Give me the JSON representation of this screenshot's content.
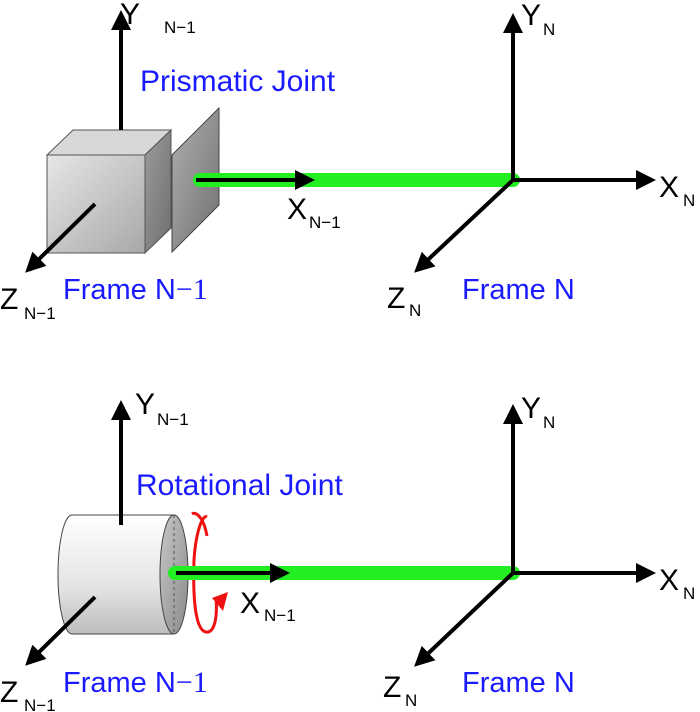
{
  "colors": {
    "axis": "#000000",
    "link": "#22ee22",
    "label_blue": "#1a1aff",
    "rotation_arrow": "#ee1111"
  },
  "top": {
    "title": "Prismatic Joint",
    "y_prev": {
      "main": "Y",
      "sub": "N−1"
    },
    "x_prev": {
      "main": "X",
      "sub": "N−1"
    },
    "z_prev": {
      "main": "Z",
      "sub": "N−1"
    },
    "frame_prev": {
      "text": "Frame N",
      "suffix": "−1"
    },
    "y_n": {
      "main": "Y",
      "sub": "N"
    },
    "x_n": {
      "main": "X",
      "sub": "N"
    },
    "z_n": {
      "main": "Z",
      "sub": "N"
    },
    "frame_n": "Frame N"
  },
  "bottom": {
    "title": "Rotational Joint",
    "y_prev": {
      "main": "Y",
      "sub": "N−1"
    },
    "x_prev": {
      "main": "X",
      "sub": "N−1"
    },
    "z_prev": {
      "main": "Z",
      "sub": "N−1"
    },
    "frame_prev": {
      "text": "Frame N",
      "suffix": "−1"
    },
    "y_n": {
      "main": "Y",
      "sub": "N"
    },
    "x_n": {
      "main": "X",
      "sub": "N"
    },
    "z_n": {
      "main": "Z",
      "sub": "N"
    },
    "frame_n": "Frame N"
  }
}
